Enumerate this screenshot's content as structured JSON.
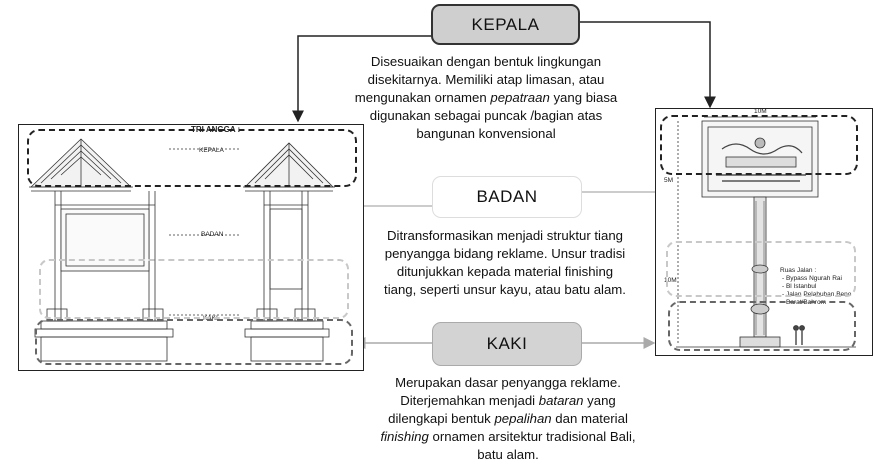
{
  "labels": {
    "kepala": "KEPALA",
    "badan": "BADAN",
    "kaki": "KAKI"
  },
  "kepala_desc": {
    "line1": "Disesuaikan dengan bentuk lingkungan",
    "line2": "disekitarnya. Memiliki atap limasan, atau",
    "line3_pre": "mengunakan ornamen ",
    "line3_em": "pepatraan",
    "line3_post": " yang biasa",
    "line4": "digunakan sebagai puncak /bagian atas",
    "line5": "bangunan konvensional"
  },
  "badan_desc": {
    "line1": "Ditransformasikan menjadi struktur tiang",
    "line2": "penyangga bidang reklame. Unsur tradisi",
    "line3": "ditunjukkan kepada material finishing",
    "line4": "tiang, seperti unsur kayu, atau batu alam."
  },
  "kaki_desc": {
    "line1": "Merupakan dasar penyangga reklame.",
    "line2_pre": "Diterjemahkan menjadi ",
    "line2_em": "bataran",
    "line2_post": " yang",
    "line3_pre": "dilengkapi bentuk ",
    "line3_em": "pepalihan",
    "line3_post": " dan material",
    "line4_em": "finishing",
    "line4_post": " ornamen arsitektur tradisional Bali,",
    "line5": "batu alam."
  },
  "left_drawing": {
    "title": "TRI ANGGA :",
    "kepala": "KEPALA",
    "badan": "BADAN",
    "kaki": "KAKI"
  },
  "right_drawing": {
    "top_dim": "10M",
    "dim_5m": "5M",
    "dim_10m": "10M",
    "legend_title": "Ruas Jalan :",
    "legend_items": [
      "- Bypass Ngurah Rai",
      "- Bl Istanbul",
      "- Jalan Pelabuhan Beno",
      "Barat/Bahrom"
    ]
  }
}
